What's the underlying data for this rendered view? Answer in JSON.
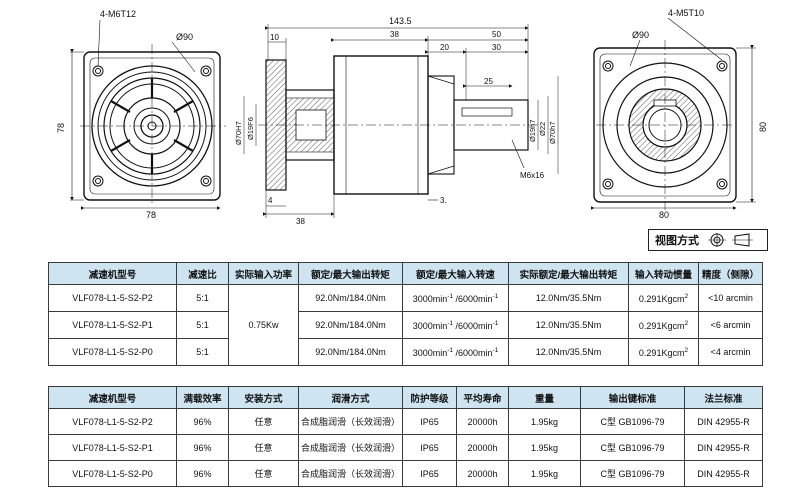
{
  "dims": {
    "front_bolt": "4-M6T12",
    "front_pcd": "Ø90",
    "front_height": "78",
    "front_width": "78",
    "side_total_length": "143.5",
    "side_flange_thk": "10",
    "side_d38_top": "38",
    "side_d50": "50",
    "side_d20": "20",
    "side_d30": "30",
    "side_d25": "25",
    "side_d70h7": "Ø70H7",
    "side_d19f6": "Ø19F6",
    "side_d19h7": "Ø19h7",
    "side_d22": "Ø22",
    "side_d70h7_out": "Ø70h7",
    "side_m6x16": "M6x16",
    "side_d4": "4",
    "side_d38_bottom": "38",
    "side_d3": "3.",
    "rear_bolt": "4-M5T10",
    "rear_pcd": "Ø90",
    "rear_height": "80",
    "rear_width": "80"
  },
  "view_mode": {
    "label": "视图方式"
  },
  "table1": {
    "headers": [
      "减速机型号",
      "减速比",
      "实际输入功率",
      "额定/最大输出转矩",
      "额定/最大输入转速",
      "实际额定/最大输出转矩",
      "输入转动惯量",
      "精度（侧隙）"
    ],
    "power": "0.75Kw",
    "speed_unit_prefix": "3000min",
    "speed_sup": "-1",
    "speed_mid": " /6000min",
    "inertia_sup": "2",
    "rows": [
      {
        "model": "VLF078-L1-5-S2-P2",
        "ratio": "5:1",
        "torque": "92.0Nm/184.0Nm",
        "real_torque": "12.0Nm/35.5Nm",
        "inertia": "0.291Kgcm",
        "precision": "<10 arcmin"
      },
      {
        "model": "VLF078-L1-5-S2-P1",
        "ratio": "5:1",
        "torque": "92.0Nm/184.0Nm",
        "real_torque": "12.0Nm/35.5Nm",
        "inertia": "0.291Kgcm",
        "precision": "<6 arcmin"
      },
      {
        "model": "VLF078-L1-5-S2-P0",
        "ratio": "5:1",
        "torque": "92.0Nm/184.0Nm",
        "real_torque": "12.0Nm/35.5Nm",
        "inertia": "0.291Kgcm",
        "precision": "<4 arcmin"
      }
    ]
  },
  "table2": {
    "headers": [
      "减速机型号",
      "满载效率",
      "安装方式",
      "润滑方式",
      "防护等级",
      "平均寿命",
      "重量",
      "输出键标准",
      "法兰标准"
    ],
    "rows": [
      {
        "model": "VLF078-L1-5-S2-P2",
        "efficiency": "96%",
        "mounting": "任意",
        "lubrication": "合成脂润滑（长效润滑）",
        "protection": "IP65",
        "life": "20000h",
        "weight": "1.95kg",
        "key": "C型  GB1096-79",
        "flange": "DIN 42955-R"
      },
      {
        "model": "VLF078-L1-5-S2-P1",
        "efficiency": "96%",
        "mounting": "任意",
        "lubrication": "合成脂润滑（长效润滑）",
        "protection": "IP65",
        "life": "20000h",
        "weight": "1.95kg",
        "key": "C型  GB1096-79",
        "flange": "DIN 42955-R"
      },
      {
        "model": "VLF078-L1-5-S2-P0",
        "efficiency": "96%",
        "mounting": "任意",
        "lubrication": "合成脂润滑（长效润滑）",
        "protection": "IP65",
        "life": "20000h",
        "weight": "1.95kg",
        "key": "C型  GB1096-79",
        "flange": "DIN 42955-R"
      }
    ]
  }
}
